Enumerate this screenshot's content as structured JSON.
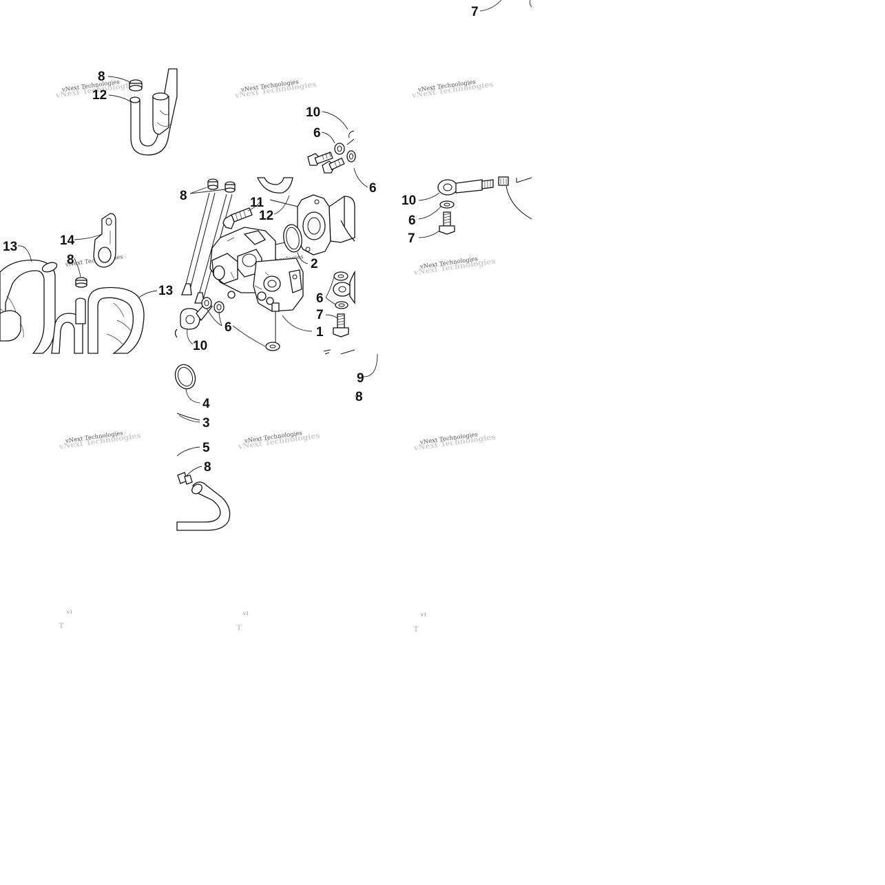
{
  "watermark": {
    "text": "vNext Technologies",
    "fragment": "v1"
  },
  "callouts": {
    "c1": "1",
    "c2": "2",
    "c3": "3",
    "c4": "4",
    "c5": "5",
    "c6": "6",
    "c7": "7",
    "c8": "8",
    "c9": "9",
    "c10": "10",
    "c11": "11",
    "c12": "12",
    "c13": "13",
    "c14": "14"
  }
}
